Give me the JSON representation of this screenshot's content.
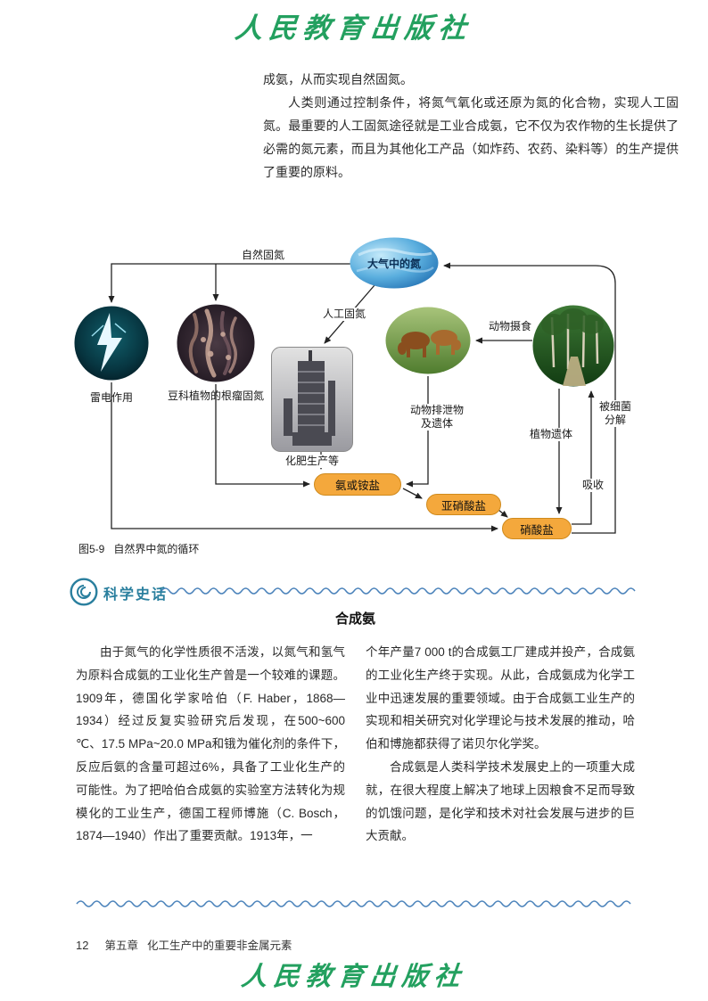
{
  "page": {
    "logo_text": "人民教育出版社",
    "footer_page_num": "12",
    "footer_chapter": "第五章",
    "footer_chapter_title": "化工生产中的重要非金属元素"
  },
  "colors": {
    "logo_green": "#23a05f",
    "section_teal": "#2a7f9e",
    "wave_blue": "#4a82ba",
    "salt_orange": "#f4a83c"
  },
  "intro": {
    "line1": "成氨，从而实现自然固氮。",
    "paragraph": "人类则通过控制条件，将氮气氧化或还原为氮的化合物，实现人工固氮。最重要的人工固氮途径就是工业合成氨，它不仅为农作物的生长提供了必需的氮元素，而且为其他化工产品（如炸药、农药、染料等）的生产提供了重要的原料。"
  },
  "diagram": {
    "caption_num": "图5-9",
    "caption_text": "自然界中氮的循环",
    "nodes": {
      "atmosphere": "大气中的氮",
      "lightning": "雷电作用",
      "nodule": "豆科植物的根瘤固氮",
      "fertilizer": "化肥生产等",
      "ammonia": "氨或铵盐",
      "nitrite": "亚硝酸盐",
      "nitrate": "硝酸盐"
    },
    "labels": {
      "natural_fixation": "自然固氮",
      "artificial_fixation": "人工固氮",
      "animal_feeding": "动物摄食",
      "animal_waste": "动物排泄物\n及遗体",
      "plant_remains": "植物遗体",
      "bacteria_decompose": "被细菌\n分解",
      "absorption": "吸收"
    }
  },
  "history": {
    "section_label": "科学史话",
    "title": "合成氨",
    "col_left": "由于氮气的化学性质很不活泼，以氮气和氢气为原料合成氨的工业化生产曾是一个较难的课题。1909年，德国化学家哈伯（F. Haber，1868—1934）经过反复实验研究后发现，在500~600 ℃、17.5 MPa~20.0 MPa和锇为催化剂的条件下，反应后氨的含量可超过6%，具备了工业化生产的可能性。为了把哈伯合成氨的实验室方法转化为规模化的工业生产，德国工程师博施（C. Bosch，1874—1940）作出了重要贡献。1913年，一",
    "col_right_p1": "个年产量7 000 t的合成氨工厂建成并投产，合成氨的工业化生产终于实现。从此，合成氨成为化学工业中迅速发展的重要领域。由于合成氨工业生产的实现和相关研究对化学理论与技术发展的推动，哈伯和博施都获得了诺贝尔化学奖。",
    "col_right_p2": "合成氨是人类科学技术发展史上的一项重大成就，在很大程度上解决了地球上因粮食不足而导致的饥饿问题，是化学和技术对社会发展与进步的巨大贡献。"
  }
}
